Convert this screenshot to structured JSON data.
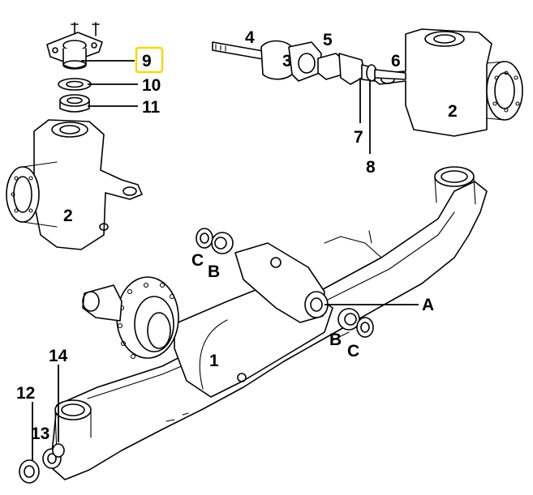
{
  "labels": {
    "l1": "1",
    "l2_left": "2",
    "l2_right": "2",
    "l3": "3",
    "l4": "4",
    "l5": "5",
    "l6": "6",
    "l7": "7",
    "l8": "8",
    "l9": "9",
    "l10": "10",
    "l11": "11",
    "l12": "12",
    "l13": "13",
    "l14": "14",
    "lA": "A",
    "lB_left": "B",
    "lC_left": "C",
    "lB_right": "B",
    "lC_right": "C"
  },
  "highlight": {
    "part": "9",
    "color": "#f5d90a"
  }
}
